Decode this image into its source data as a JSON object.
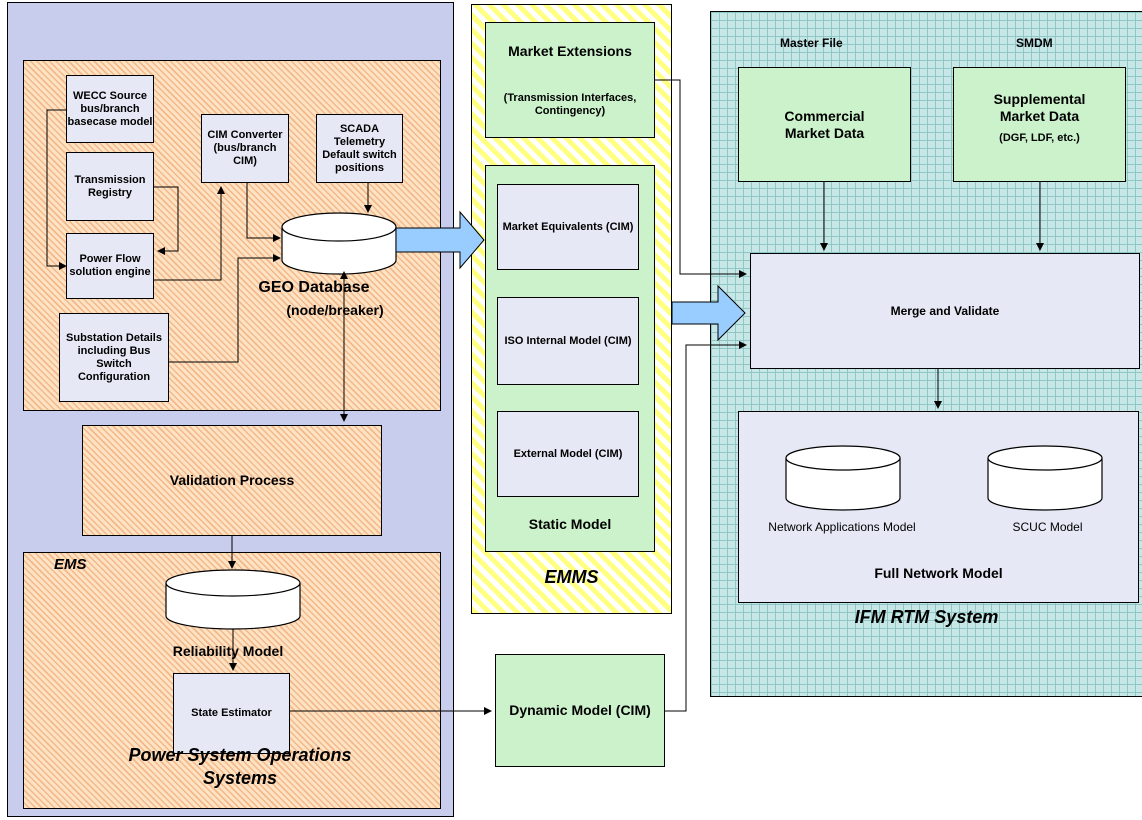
{
  "regions": {
    "pso_title_line1": "Power System Operations",
    "pso_title_line2": "Systems",
    "emms_title": "EMMS",
    "ifm_title": "IFM RTM System",
    "ems_label": "EMS"
  },
  "pso": {
    "wecc": "WECC Source bus/branch basecase model",
    "transmission_registry": "Transmission Registry",
    "power_flow": "Power Flow solution engine",
    "substation": "Substation Details including Bus Switch Configuration",
    "cim_converter": "CIM Converter (bus/branch CIM)",
    "scada": "SCADA Telemetry Default switch positions",
    "geo_db_line1": "GEO Database",
    "geo_db_line2": "(node/breaker)",
    "validation": "Validation Process",
    "reliability": "Reliability Model",
    "state_estimator": "State Estimator"
  },
  "emms": {
    "market_ext_title": "Market Extensions",
    "market_ext_sub": "(Transmission Interfaces, Contingency)",
    "market_equiv": "Market Equivalents (CIM)",
    "iso_internal": "ISO Internal Model (CIM)",
    "external_model": "External Model (CIM)",
    "static_model": "Static Model",
    "dynamic_model": "Dynamic Model (CIM)"
  },
  "ifm": {
    "master_file": "Master File",
    "smdm": "SMDM",
    "commercial": "Commercial Market Data",
    "supplemental": "Supplemental Market Data",
    "supplemental_sub": "(DGF, LDF, etc.)",
    "merge": "Merge and Validate",
    "nam": "Network Applications Model",
    "scuc": "SCUC Model",
    "fnm": "Full Network Model"
  },
  "colors": {
    "pso_bg": "#c8cdee",
    "hatch_orange": "#f4b98a",
    "emms_yellow": "#ffff80",
    "ifm_teal": "#c7e6e6",
    "green_box": "#ccf2cc",
    "arrow_blue": "#99ccff"
  }
}
